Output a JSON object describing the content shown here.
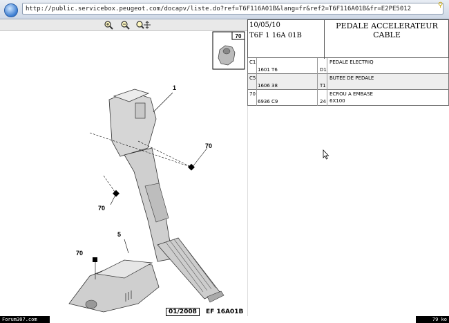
{
  "address_bar": {
    "url": "http://public.servicebox.peugeot.com/docapv/liste.do?ref=T6F116A01B&lang=fr&ref2=T6F116A01B&fr=E2PE5012"
  },
  "toolbar": {
    "zoom_in_icon": "zoom-in-icon",
    "zoom_out_icon": "zoom-out-icon",
    "pan_icon": "zoom-pan-icon"
  },
  "drawing": {
    "callouts": [
      "1",
      "70",
      "70",
      "5",
      "70"
    ],
    "inset_label": "70"
  },
  "header": {
    "date": "10/05/10",
    "reference": "T6F 1 16A 01B",
    "title_line1": "PEDALE ACCELERATEUR",
    "title_line2": "CABLE"
  },
  "parts": [
    {
      "c1": "C1",
      "ref": "1601 T6",
      "c2": "",
      "c3": "D1",
      "desc": "PEDALE ELECTRIQ",
      "extra": ""
    },
    {
      "c1": "C5",
      "ref": "1606 38",
      "c2": "",
      "c3": "T1",
      "desc": "BUTEE DE PEDALE",
      "extra": ""
    },
    {
      "c1": "70",
      "ref": "6936 C9",
      "c2": "",
      "c3": "24",
      "desc": "ECROU A EMBASE",
      "extra": "6X100"
    }
  ],
  "footer": {
    "date_code": "01/2008",
    "plate_code": "EF 16A01B"
  },
  "status": {
    "site": "Forum307.com",
    "size": "79 ko"
  }
}
